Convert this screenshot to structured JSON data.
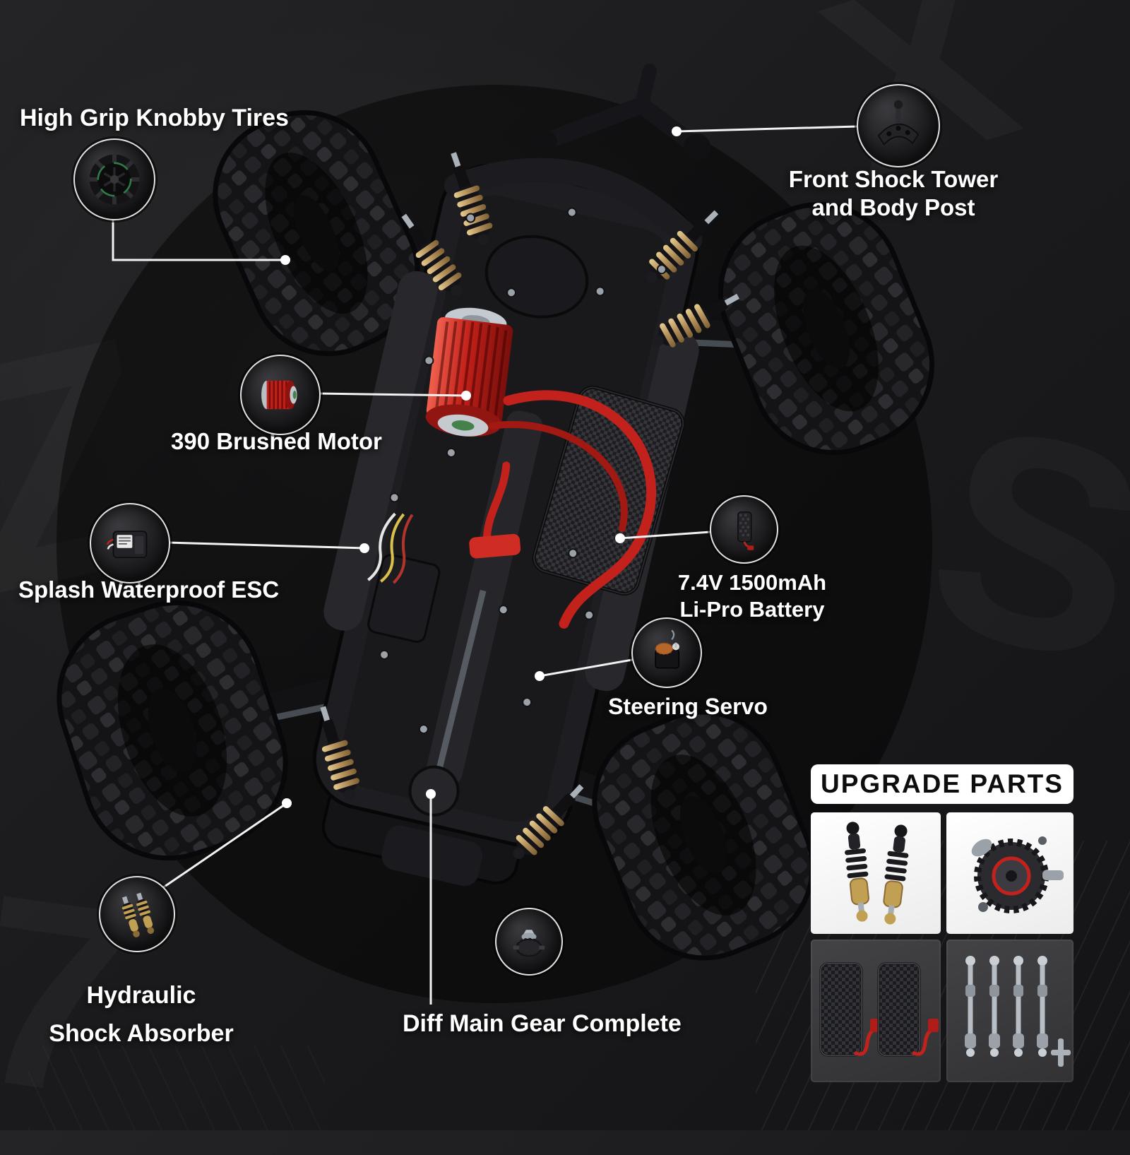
{
  "colors": {
    "background": "#1b1b1d",
    "accent_red": "#c0211b",
    "accent_gold": "#c2a053",
    "line_white": "#f2f2f2",
    "panel_white": "#ffffff",
    "tile_dark": "#3a3a3d",
    "label_text": "#ffffff"
  },
  "callouts": {
    "tires": {
      "label": "High Grip Knobby Tires",
      "icon": "knobby-tire-icon"
    },
    "shock_tower": {
      "line1": "Front Shock Tower",
      "line2": "and Body Post",
      "icon": "shock-tower-icon"
    },
    "motor": {
      "label": "390 Brushed Motor",
      "icon": "brushed-motor-icon"
    },
    "esc": {
      "label": "Splash Waterproof ESC",
      "icon": "esc-icon"
    },
    "battery": {
      "line1": "7.4V 1500mAh",
      "line2": "Li-Pro Battery",
      "icon": "lipo-battery-icon"
    },
    "servo": {
      "label": "Steering Servo",
      "icon": "steering-servo-icon"
    },
    "shock": {
      "line1": "Hydraulic",
      "line2": "Shock Absorber",
      "icon": "hydraulic-shock-icon"
    },
    "diff": {
      "label": "Diff Main Gear Complete",
      "icon": "diff-gear-icon"
    }
  },
  "upgrade_parts": {
    "title": "UPGRADE PARTS",
    "items": [
      {
        "icon": "shock-absorber-pair-icon"
      },
      {
        "icon": "diff-gear-assembly-icon"
      },
      {
        "icon": "battery-pack-pair-icon"
      },
      {
        "icon": "drive-shaft-set-icon"
      }
    ]
  }
}
